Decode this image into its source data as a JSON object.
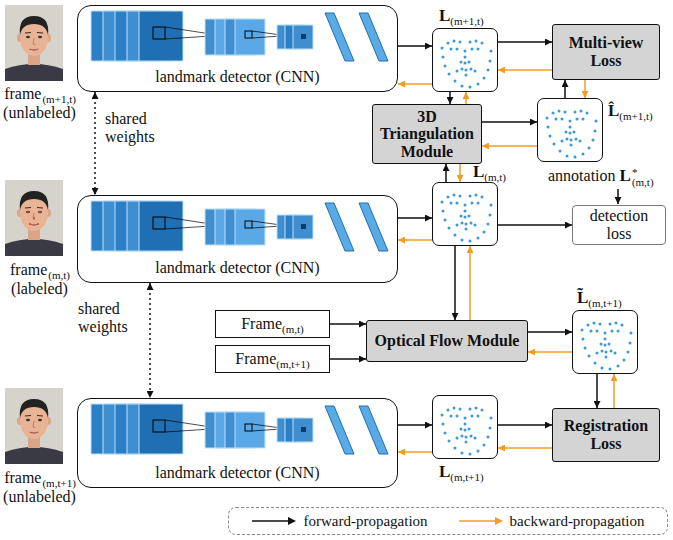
{
  "diagram": {
    "nodes": [
      {
        "text": [
          "landmark detector (CNN)"
        ]
      },
      {
        "text": [
          "L",
          "(m+1,t)"
        ]
      },
      {
        "text": [
          "Multi-view Loss"
        ]
      },
      {
        "text": [
          "3D Triangulation Module"
        ]
      },
      {
        "text": [
          "L̂",
          "(m+1,t)"
        ]
      },
      {
        "text": [
          "landmark detector (CNN)"
        ]
      },
      {
        "text": [
          "L",
          "(m,t)"
        ]
      },
      {
        "text": [
          "detection loss"
        ]
      },
      {
        "text": [
          "Frame",
          "(m,t)"
        ]
      },
      {
        "text": [
          "Frame",
          "(m,t+1)"
        ]
      },
      {
        "text": [
          "Optical Flow Module"
        ]
      },
      {
        "text": [
          "L̃",
          "(m,t+1)"
        ]
      },
      {
        "text": [
          "landmark detector (CNN)"
        ]
      },
      {
        "text": [
          "Registration Loss"
        ]
      },
      {
        "text": [
          "L",
          "(m,t+1)"
        ]
      }
    ],
    "edges": [
      {
        "from": 0,
        "to": 1,
        "arrow": "to"
      },
      {
        "from": 1,
        "to": 0,
        "arrow": "to"
      },
      {
        "from": 1,
        "to": 2,
        "arrow": "to"
      },
      {
        "from": 2,
        "to": 1,
        "arrow": "to"
      },
      {
        "from": 1,
        "to": 3,
        "arrow": "to"
      },
      {
        "from": 3,
        "to": 1,
        "arrow": "to"
      },
      {
        "from": 3,
        "to": 4,
        "arrow": "to"
      },
      {
        "from": 4,
        "to": 3,
        "arrow": "to"
      },
      {
        "from": 4,
        "to": 2,
        "arrow": "to"
      },
      {
        "from": 2,
        "to": 4,
        "arrow": "to"
      },
      {
        "from": 6,
        "to": 3,
        "arrow": "to"
      },
      {
        "from": 3,
        "to": 6,
        "arrow": "to"
      },
      {
        "from": 5,
        "to": 6,
        "arrow": "to"
      },
      {
        "from": 6,
        "to": 5,
        "arrow": "to"
      },
      {
        "from": 6,
        "to": 7,
        "arrow": "to"
      },
      {
        "from": 6,
        "to": 10,
        "arrow": "to"
      },
      {
        "from": 10,
        "to": 6,
        "arrow": "to"
      },
      {
        "from": 8,
        "to": 10,
        "arrow": "to"
      },
      {
        "from": 9,
        "to": 10,
        "arrow": "to"
      },
      {
        "from": 10,
        "to": 11,
        "arrow": "to"
      },
      {
        "from": 11,
        "to": 10,
        "arrow": "to"
      },
      {
        "from": 11,
        "to": 13,
        "arrow": "to"
      },
      {
        "from": 13,
        "to": 11,
        "arrow": "to"
      },
      {
        "from": 14,
        "to": 13,
        "arrow": "to"
      },
      {
        "from": 13,
        "to": 14,
        "arrow": "to"
      },
      {
        "from": 12,
        "to": 14,
        "arrow": "to"
      },
      {
        "from": 14,
        "to": 12,
        "arrow": "to"
      },
      {
        "from": 0,
        "to": 5,
        "label": "shared weights",
        "arrow": "both"
      },
      {
        "from": 5,
        "to": 12,
        "label": "shared weights",
        "arrow": "both"
      }
    ],
    "labels": [
      "frame",
      "(m+1,t)",
      "(unlabeled)",
      "frame",
      "(m,t)",
      "(labeled)",
      "frame",
      "(m,t+1)",
      "(unlabeled)",
      "annotation",
      "L",
      "*",
      "(m,t)"
    ],
    "legend": [
      {
        "text": "forward-propagation"
      },
      {
        "text": "backward-propagation"
      }
    ]
  }
}
